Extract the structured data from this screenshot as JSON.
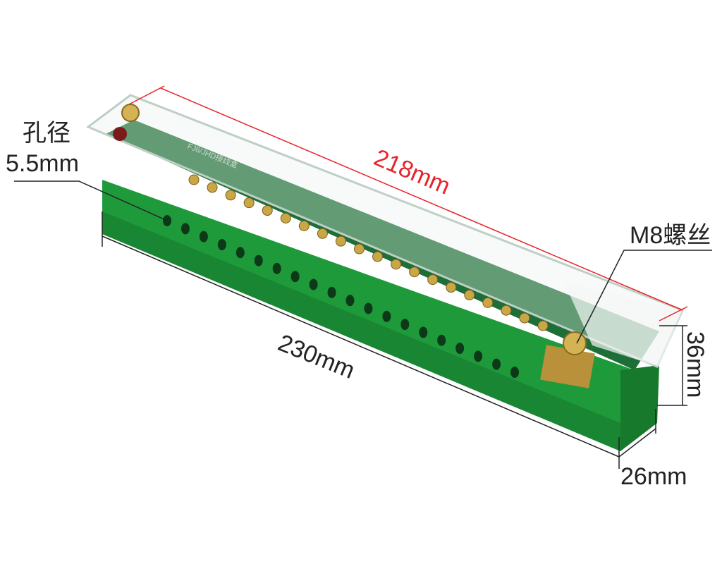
{
  "product": {
    "label_text": "FJ6/JHD接线盒",
    "hole_count": 20
  },
  "annotations": {
    "hole_diameter_label": "孔径",
    "hole_diameter_value": "5.5mm",
    "cover_length": "218mm",
    "total_length": "230mm",
    "screw_label": "M8螺丝",
    "height": "36mm",
    "width": "26mm"
  },
  "colors": {
    "green_body": "#1f9a3a",
    "green_dark": "#167a2c",
    "dimension_red": "#e8232b",
    "brass": "#c9a646"
  }
}
